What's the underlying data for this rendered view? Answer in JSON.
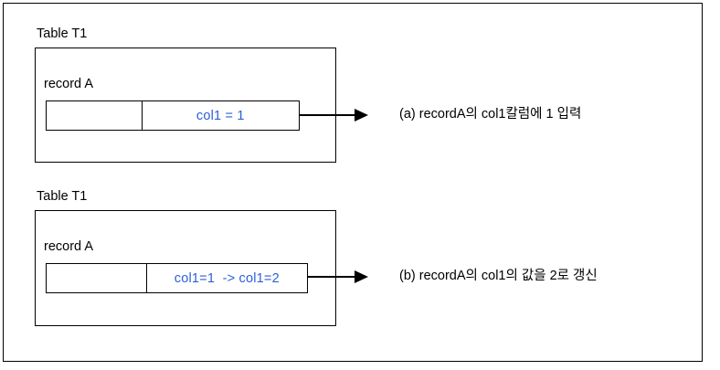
{
  "page": {
    "border_color": "#000000",
    "background": "#ffffff",
    "value_color": "#2b5fd9"
  },
  "sections": [
    {
      "id": "a",
      "table_caption": "Table T1",
      "record_label": "record A",
      "key_cell": "",
      "value_cell": "col1 = 1",
      "arrow": "arrow-right",
      "annotation": "(a) recordA의 col1칼럼에 1 입력"
    },
    {
      "id": "b",
      "table_caption": "Table T1",
      "record_label": "record A",
      "key_cell": "",
      "value_cell": "col1=1  -> col1=2",
      "arrow": "arrow-right",
      "annotation": "(b) recordA의 col1의 값을 2로 갱신"
    }
  ]
}
